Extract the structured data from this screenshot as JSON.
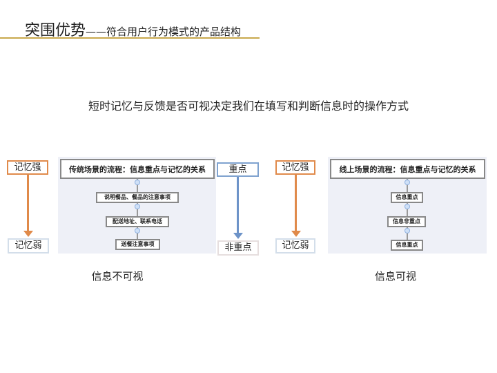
{
  "header": {
    "title": "突围优势",
    "subtitle": "——符合用户行为模式的产品结构"
  },
  "intro": "短时记忆与反馈是否可视决定我们在填写和判断信息时的操作方式",
  "left": {
    "memory_strong": "记忆强",
    "memory_weak": "记忆弱",
    "diagram_title": "传统场景的流程：信息重点与记忆的关系",
    "nodes": [
      "说明餐品、餐品的注意事项",
      "配送地址、联系电话",
      "送餐注意事项"
    ],
    "caption": "信息不可视"
  },
  "middle": {
    "focus": "重点",
    "non_focus": "非重点"
  },
  "right": {
    "memory_strong": "记忆强",
    "memory_weak": "记忆弱",
    "diagram_title": "线上场景的流程：信息重点与记忆的关系",
    "nodes": [
      "信息重点",
      "信息非重点",
      "信息重点"
    ],
    "caption": "信息可视"
  },
  "colors": {
    "accent_line": "#c8a84b",
    "orange": "#e08a4a",
    "blue": "#7fa2cf"
  }
}
